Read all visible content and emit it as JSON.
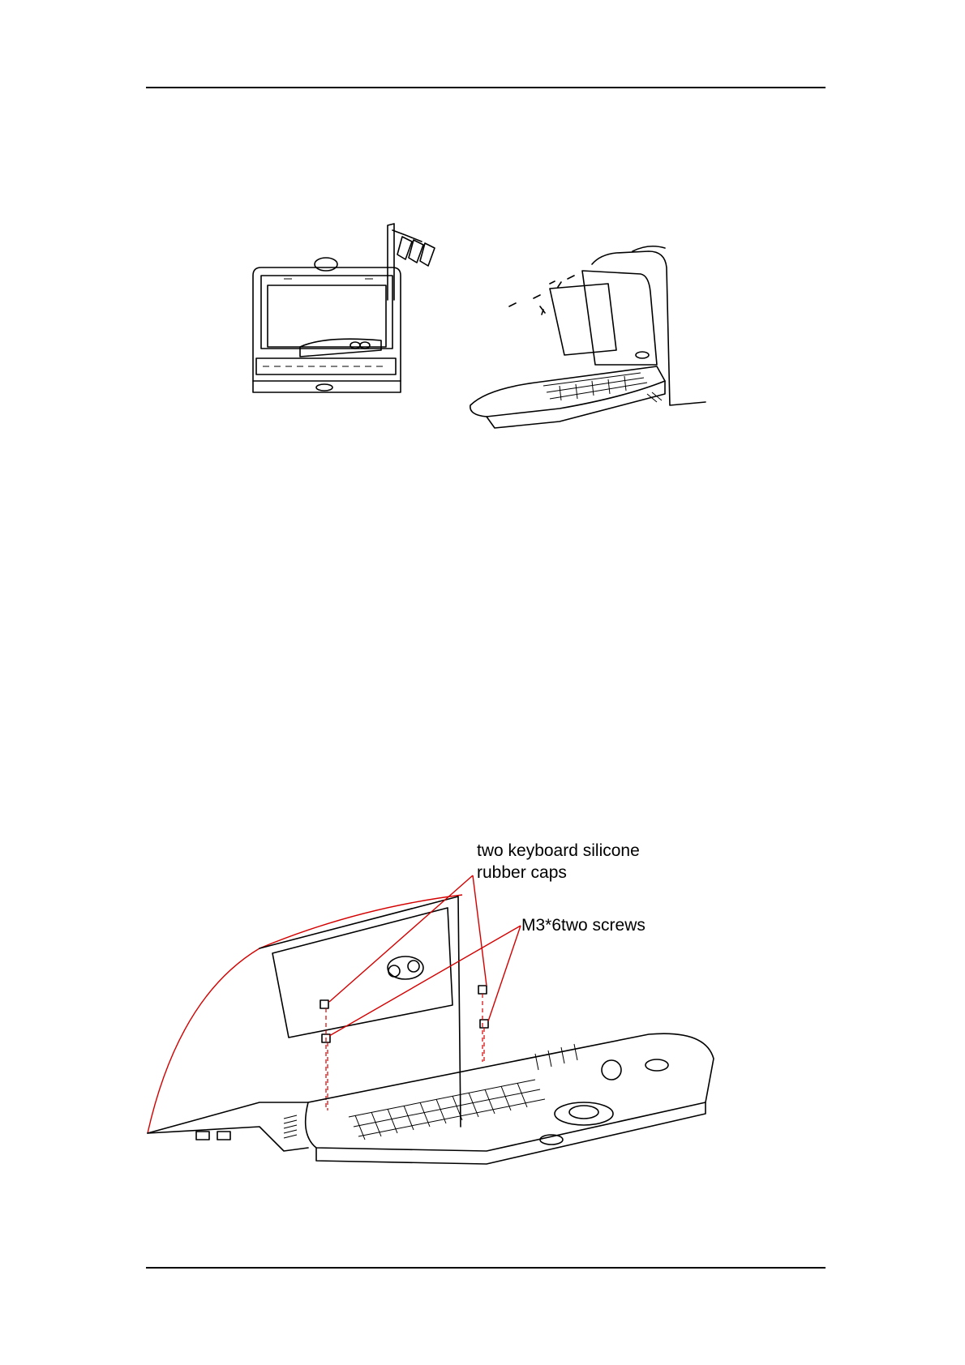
{
  "figures": [
    {
      "id": "front-view",
      "description_kind": "line-drawing"
    },
    {
      "id": "lid-open-view",
      "description_kind": "line-drawing"
    },
    {
      "id": "keyboard-screws-view",
      "description_kind": "line-drawing"
    }
  ],
  "callouts": {
    "caps_line1": "two keyboard silicone",
    "caps_line2": "rubber caps",
    "screws": "M3*6two screws"
  },
  "colors": {
    "callout_line": "#d40000",
    "rule": "#000000"
  }
}
